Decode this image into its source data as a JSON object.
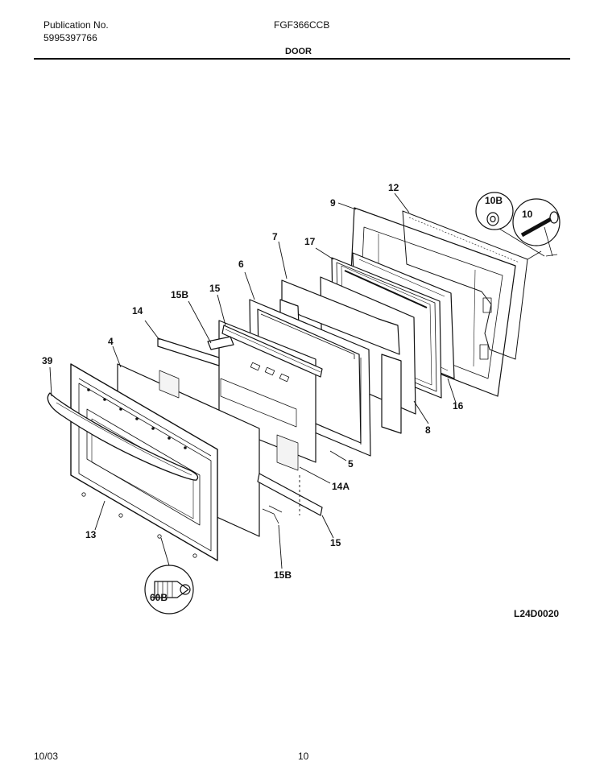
{
  "header": {
    "publication_label": "Publication No.",
    "publication_number": "5995397766",
    "model": "FGF366CCB",
    "section_title": "DOOR"
  },
  "diagram": {
    "drawing_code": "L24D0020",
    "callouts": {
      "c39": "39",
      "c4": "4",
      "c14": "14",
      "c15B_top": "15B",
      "c15_top": "15",
      "c6": "6",
      "c7": "7",
      "c17": "17",
      "c9": "9",
      "c12": "12",
      "c10B": "10B",
      "c10": "10",
      "c16": "16",
      "c8": "8",
      "c5": "5",
      "c14A": "14A",
      "c15_bottom": "15",
      "c15B_bottom": "15B",
      "c13": "13",
      "c60B": "60B"
    }
  },
  "footer": {
    "date": "10/03",
    "page_number": "10"
  }
}
